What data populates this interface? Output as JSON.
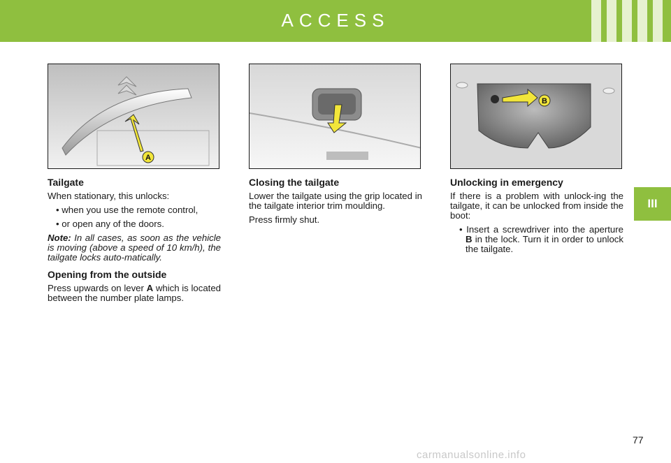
{
  "header": {
    "title": "ACCESS"
  },
  "side_tab": {
    "label": "III"
  },
  "photos": {
    "a_label": "A",
    "b_label": "B"
  },
  "col1": {
    "heading1": "Tailgate",
    "intro": "When stationary, this unlocks:",
    "bullet1": "• when you use the remote control,",
    "bullet2": "• or open any of the doors.",
    "note_label": "Note:",
    "note_text": " In all cases, as soon as the vehicle is moving (above a speed of 10 km/h), the tailgate locks auto-matically.",
    "heading2": "Opening from the outside",
    "p2_a": "Press upwards on lever ",
    "p2_b": "A",
    "p2_c": " which is located between the number plate lamps."
  },
  "col2": {
    "heading": "Closing the tailgate",
    "p1": "Lower the tailgate using the grip located in the tailgate interior trim moulding.",
    "p2": "Press firmly shut."
  },
  "col3": {
    "heading": "Unlocking in emergency",
    "p1": "If there is a problem with unlock-ing the tailgate, it can be unlocked from inside the boot:",
    "bullet_a": "• Insert a screwdriver into the aperture ",
    "bullet_b": "B",
    "bullet_c": " in the lock. Turn it in order to unlock the tailgate."
  },
  "footer": {
    "page_number": "77",
    "watermark": "carmanualsonline.info"
  }
}
